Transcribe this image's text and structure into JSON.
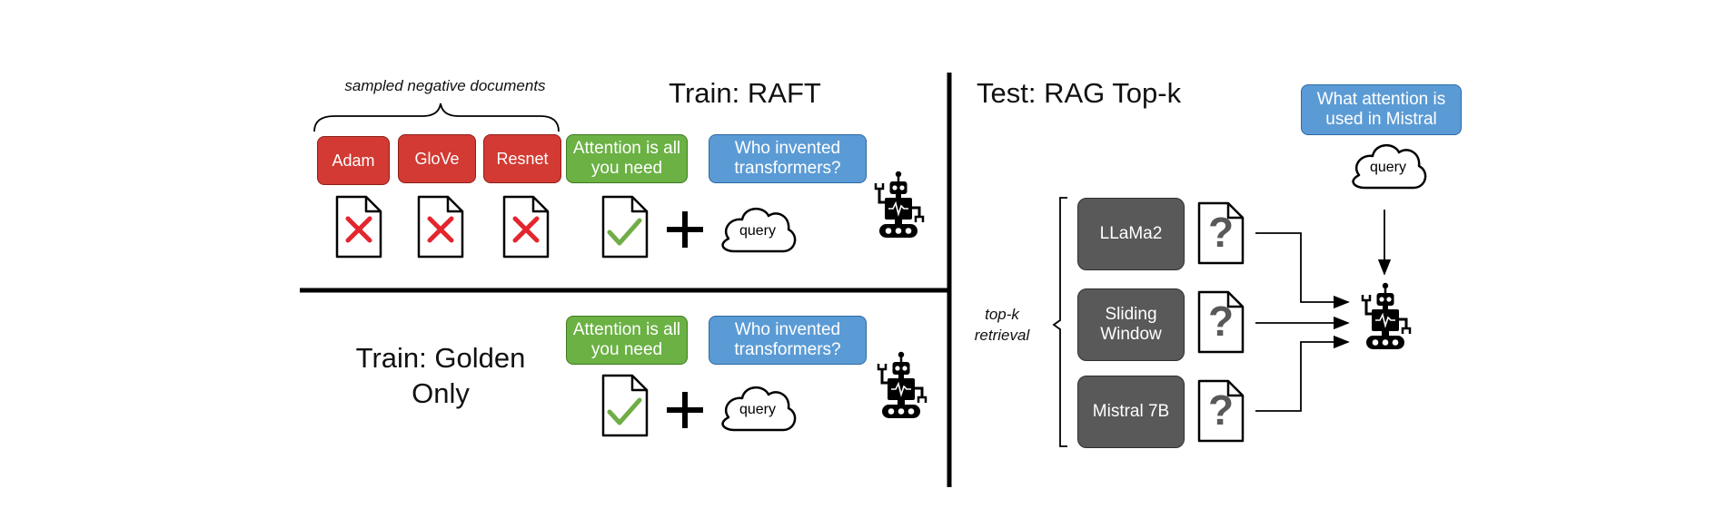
{
  "raft": {
    "title": "Train: RAFT",
    "brace_label": "sampled negative documents",
    "negatives": [
      "Adam",
      "GloVe",
      "Resnet"
    ],
    "golden": "Attention is all you need",
    "query": "Who invented transformers?",
    "cloud_label": "query"
  },
  "golden_only": {
    "title": "Train: Golden Only",
    "golden": "Attention is all you need",
    "query": "Who invented transformers?",
    "cloud_label": "query"
  },
  "test": {
    "title": "Test: RAG Top-k",
    "query": "What attention is used in Mistral",
    "cloud_label": "query",
    "retrieval_label": "top-k retrieval",
    "docs": [
      "LLaMa2",
      "Sliding Window",
      "Mistral 7B"
    ]
  },
  "colors": {
    "negative": "#d23a33",
    "golden": "#6bb144",
    "query": "#5b9bd5",
    "retrieved": "#595959",
    "wrong_mark": "#e3262d",
    "correct_mark": "#70ad47"
  },
  "icons": [
    "document-icon",
    "cross-icon",
    "check-icon",
    "question-icon",
    "plus-icon",
    "cloud-icon",
    "robot-icon",
    "arrow-icon",
    "brace-icon"
  ]
}
